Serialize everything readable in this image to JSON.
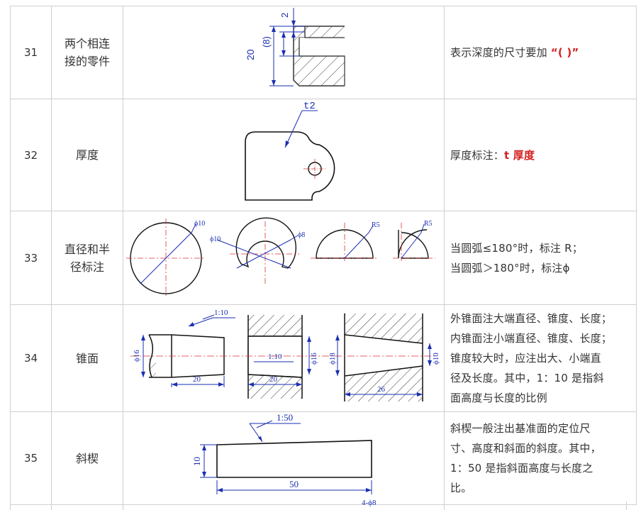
{
  "rows": [
    {
      "num": "31",
      "name_line1": "两个相连",
      "name_line2": "接的零件",
      "desc_text": "表示深度的尺寸要加",
      "desc_red": "“( )”",
      "fig_labels": {
        "a": "2",
        "b": "(8)",
        "c": "20"
      }
    },
    {
      "num": "32",
      "name": "厚度",
      "desc_text": "厚度标注：",
      "desc_red": "t 厚度",
      "fig_labels": {
        "a": "t2"
      }
    },
    {
      "num": "33",
      "name_line1": "直径和半",
      "name_line2": "径标注",
      "desc_line1": "当圆弧≤180°时，标注 R；",
      "desc_line2": "当圆弧＞180°时，标注ϕ",
      "fig_labels": {
        "a": "ϕ10",
        "b": "ϕ10",
        "c": "ϕ8",
        "d": "R5",
        "e": "R5"
      }
    },
    {
      "num": "34",
      "name": "锥面",
      "desc_lines": [
        "外锥面注大端直径、锥度、长度；",
        "内锥面注小端直径、锥度、长度；",
        "锥度较大时，应注出大、小端直",
        "径及长度。其中，1：10 是指斜",
        "面高度与长度的比例"
      ],
      "fig_labels": {
        "a": "1:10",
        "b": "ϕ16",
        "c": "20",
        "d": "1:10",
        "e": "ϕ16",
        "f": "20",
        "g": "ϕ18",
        "h": "ϕ10",
        "i": "26"
      }
    },
    {
      "num": "35",
      "name": "斜楔",
      "desc_lines": [
        "斜楔一般注出基准面的定位尺",
        "寸、高度和斜面的斜度。其中，",
        "1：50  是指斜面高度与长度之",
        "比。"
      ],
      "fig_labels": {
        "a": "1:50",
        "b": "10",
        "c": "50"
      }
    }
  ],
  "partial_row_label": "4-ϕ8"
}
